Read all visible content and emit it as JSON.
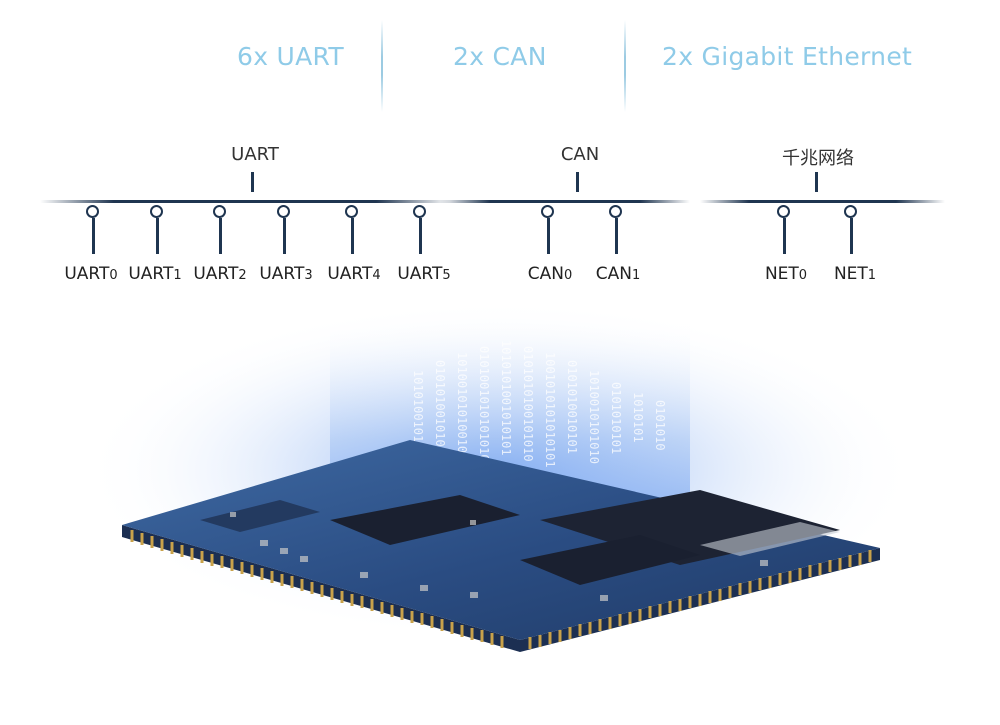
{
  "features": [
    "6x UART",
    "2x CAN",
    "2x Gigabit Ethernet"
  ],
  "groups": {
    "uart": {
      "label": "UART",
      "ports": [
        {
          "name": "UART",
          "index": "0"
        },
        {
          "name": "UART",
          "index": "1"
        },
        {
          "name": "UART",
          "index": "2"
        },
        {
          "name": "UART",
          "index": "3"
        },
        {
          "name": "UART",
          "index": "4"
        },
        {
          "name": "UART",
          "index": "5"
        }
      ]
    },
    "can": {
      "label": "CAN",
      "ports": [
        {
          "name": "CAN",
          "index": "0"
        },
        {
          "name": "CAN",
          "index": "1"
        }
      ]
    },
    "net": {
      "label": "千兆网络",
      "ports": [
        {
          "name": "NET",
          "index": "0"
        },
        {
          "name": "NET",
          "index": "1"
        }
      ]
    }
  },
  "colors": {
    "feature_text": "#8fcbe8",
    "bus_line": "#1f3550",
    "pcb_blue": "#2b4a78",
    "gold_pins": "#c9a24a",
    "glow": "#7fa8f0"
  }
}
